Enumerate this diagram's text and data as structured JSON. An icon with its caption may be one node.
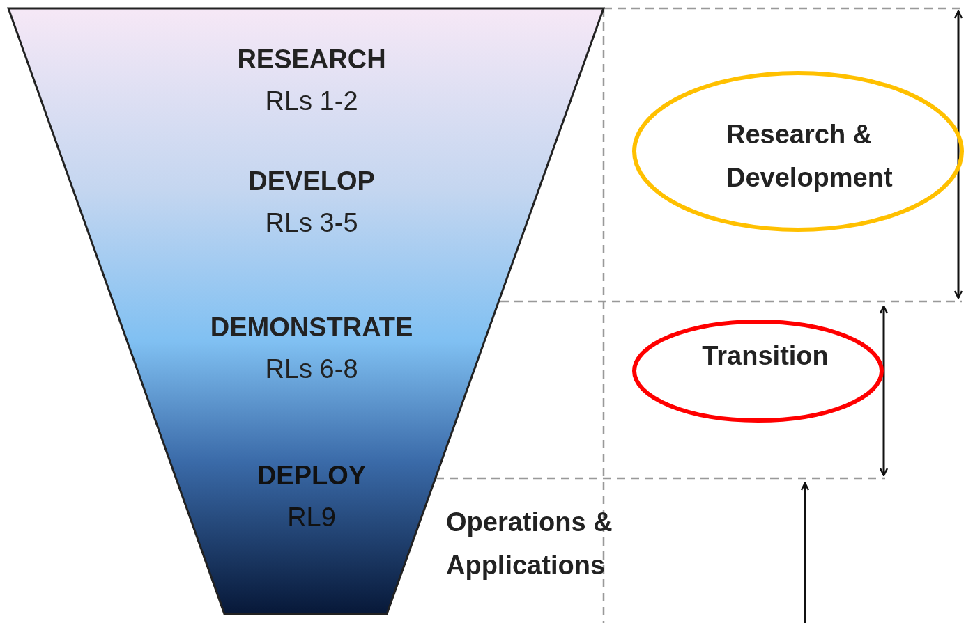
{
  "diagram": {
    "nodes": [
      {
        "text": [
          "RESEARCH",
          "RLs 1-2",
          "DEVELOP",
          "RLs 3-5",
          "DEMONSTRATE",
          "RLs 6-8",
          "DEPLOY",
          "RL9"
        ]
      },
      {
        "text": [
          "Research & Development"
        ]
      },
      {
        "text": [
          "Transition"
        ]
      }
    ],
    "labels": [
      "Operations & Applications"
    ]
  }
}
